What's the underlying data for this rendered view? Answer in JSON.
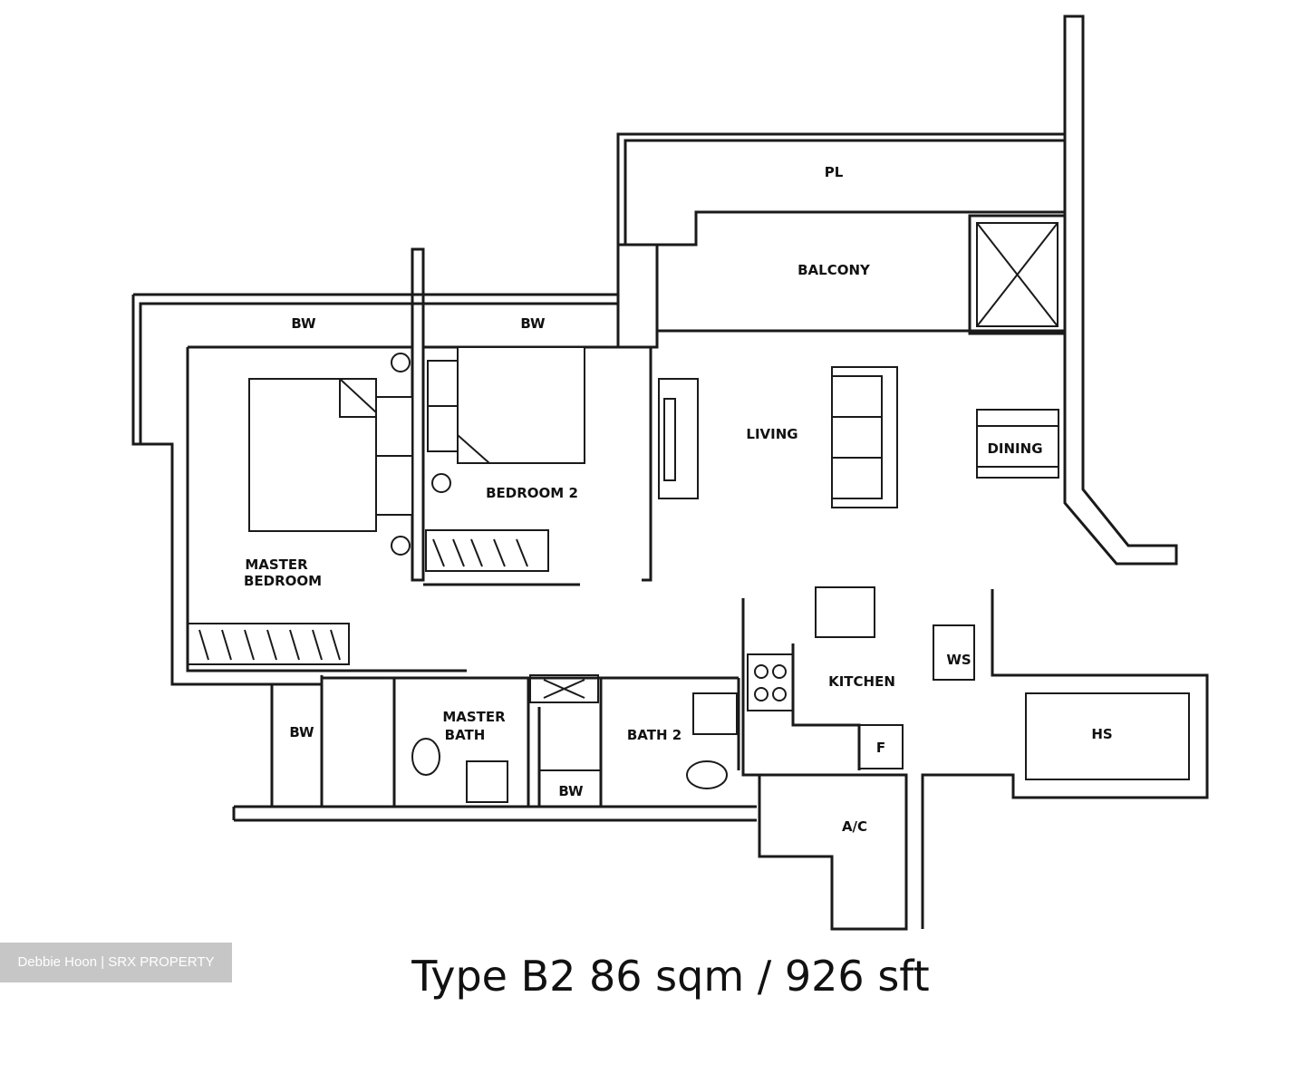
{
  "rooms": {
    "pl": "PL",
    "balcony": "BALCONY",
    "bw_top_left": "BW",
    "bw_top_right": "BW",
    "living": "LIVING",
    "dining": "DINING",
    "bedroom2": "BEDROOM 2",
    "master_bedroom_line1": "MASTER",
    "master_bedroom_line2": "BEDROOM",
    "kitchen": "KITCHEN",
    "ws": "WS",
    "fridge": "F",
    "hs": "HS",
    "master_bath_line1": "MASTER",
    "master_bath_line2": "BATH",
    "bath2": "BATH 2",
    "bw_left": "BW",
    "bw_bottom": "BW",
    "ac": "A/C"
  },
  "caption": "Type B2 86 sqm / 926 sft",
  "watermark": "Debbie Hoon | SRX PROPERTY"
}
